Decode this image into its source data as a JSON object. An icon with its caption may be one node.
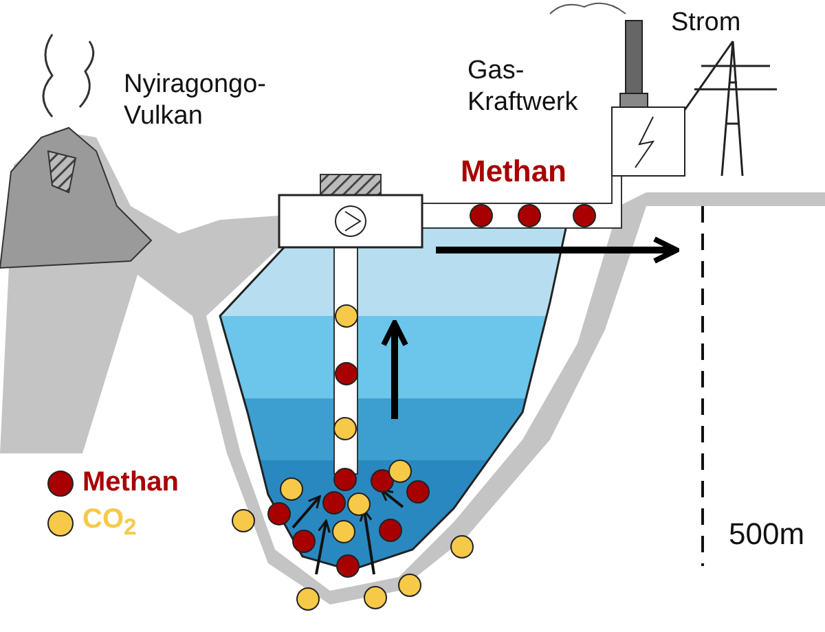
{
  "diagram": {
    "labels": [
      "Nyiragongo- Vulkan",
      "Gas- Kraftwerk",
      "Strom",
      "Methan",
      "500m"
    ],
    "legend": [
      {
        "text": "Methan",
        "color": "#a80000"
      },
      {
        "text": "CO$_{2}$",
        "color": "#f7c948"
      }
    ]
  }
}
